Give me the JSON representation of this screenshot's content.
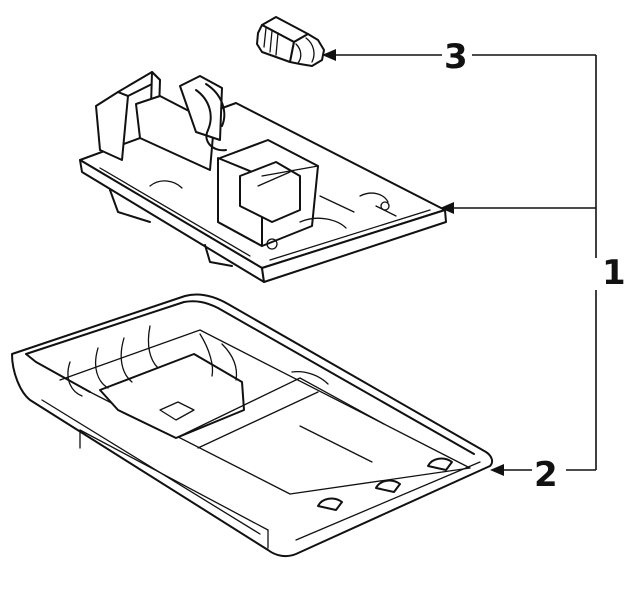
{
  "callouts": [
    {
      "id": "1",
      "label": "1",
      "part": "lamp-assembly"
    },
    {
      "id": "2",
      "label": "2",
      "part": "lens"
    },
    {
      "id": "3",
      "label": "3",
      "part": "bulb"
    }
  ],
  "line_color": "#111111",
  "background": "#ffffff"
}
